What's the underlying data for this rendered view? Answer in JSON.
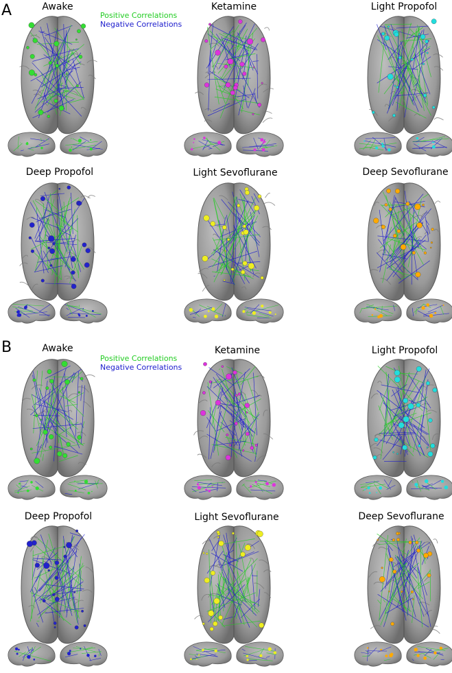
{
  "panels": [
    {
      "letter": "A",
      "legend": {
        "positive": "Positive Correlations",
        "negative": "Negative Correlations"
      },
      "titles": [
        "Awake",
        "Ketamine",
        "Light Propofol",
        "Deep Propofol",
        "Light Sevoflurane",
        "Deep Sevoflurane"
      ]
    },
    {
      "letter": "B",
      "legend": {
        "positive": "Positive Correlations",
        "negative": "Negative Correlations"
      },
      "titles": [
        "Awake",
        "Ketamine",
        "Light Propofol",
        "Deep Propofol",
        "Light Sevoflurane",
        "Deep Sevoflurane"
      ]
    }
  ],
  "colors": {
    "positive": "#22cc22",
    "negative": "#1a1acc",
    "brain": "#9a9a9a",
    "brain_dark": "#6e6e6e",
    "awake": "#33dd33",
    "ketamine": "#dd33dd",
    "light_propofol": "#22dddd",
    "deep_propofol": "#2222cc",
    "light_sevoflurane": "#eeee22",
    "deep_sevoflurane": "#ffaa00"
  },
  "condition_node_colors": [
    "awake",
    "ketamine",
    "light_propofol",
    "deep_propofol",
    "light_sevoflurane",
    "deep_sevoflurane"
  ]
}
